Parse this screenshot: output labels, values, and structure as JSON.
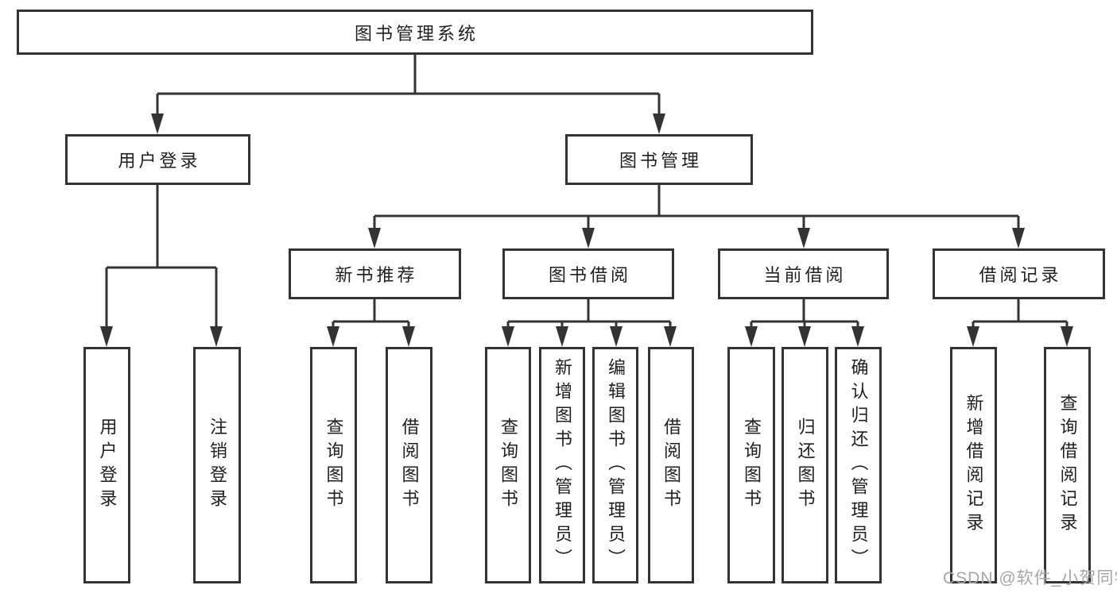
{
  "diagram": {
    "type": "tree",
    "title": "图书管理系统",
    "watermark": "CSDN @软件_小贺同学",
    "colors": {
      "line": "#333333",
      "text": "#1f1f1f",
      "background": "#ffffff",
      "watermark": "#a6a6a6"
    },
    "tree": {
      "label": "图书管理系统",
      "children": [
        {
          "label": "用户登录",
          "children": [
            {
              "label": "用户登录"
            },
            {
              "label": "注销登录"
            }
          ]
        },
        {
          "label": "图书管理",
          "children": [
            {
              "label": "新书推荐",
              "children": [
                {
                  "label": "查询图书"
                },
                {
                  "label": "借阅图书"
                }
              ]
            },
            {
              "label": "图书借阅",
              "children": [
                {
                  "label": "查询图书"
                },
                {
                  "label": "新增图书（管理员）"
                },
                {
                  "label": "编辑图书（管理员）"
                },
                {
                  "label": "借阅图书"
                }
              ]
            },
            {
              "label": "当前借阅",
              "children": [
                {
                  "label": "查询图书"
                },
                {
                  "label": "归还图书"
                },
                {
                  "label": "确认归还（管理员）"
                }
              ]
            },
            {
              "label": "借阅记录",
              "children": [
                {
                  "label": "新增借阅记录"
                },
                {
                  "label": "查询借阅记录"
                }
              ]
            }
          ]
        }
      ]
    }
  }
}
